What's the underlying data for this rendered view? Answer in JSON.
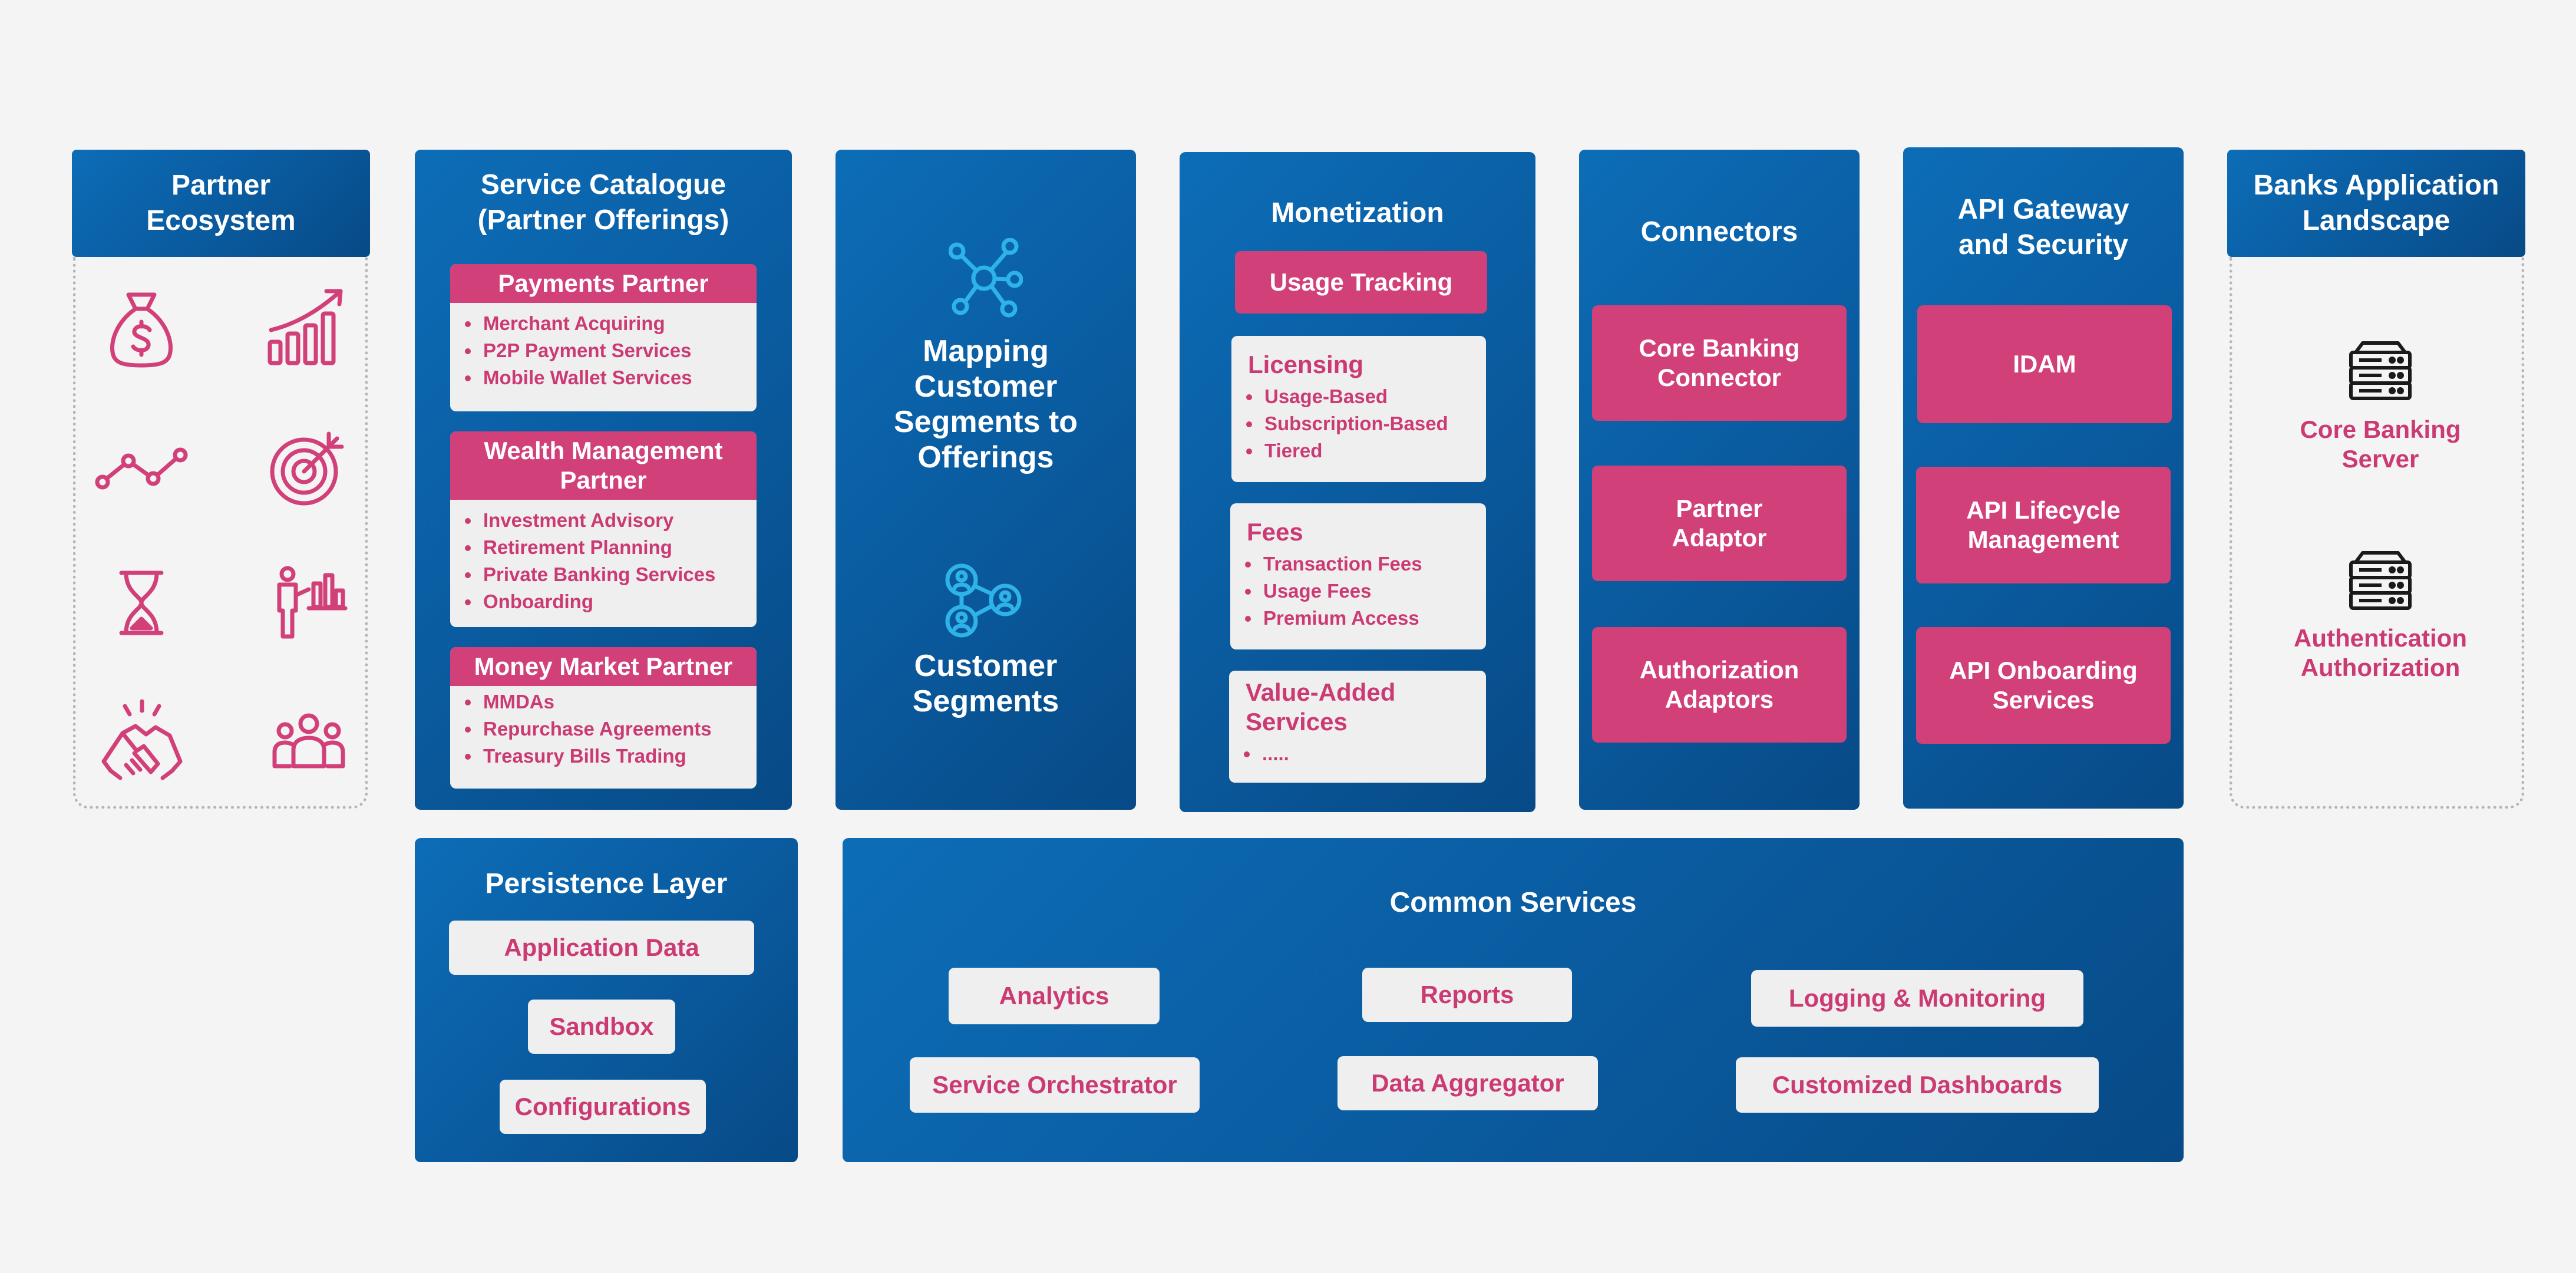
{
  "partner_ecosystem": {
    "title": "Partner\nEcosystem",
    "icons": [
      "money-bag-icon",
      "growth-chart-icon",
      "trend-line-icon",
      "target-icon",
      "hourglass-icon",
      "presenter-chart-icon",
      "handshake-icon",
      "team-icon"
    ]
  },
  "service_catalogue": {
    "title": "Service Catalogue\n(Partner Offerings)",
    "cards": [
      {
        "title": "Payments Partner",
        "items": [
          "Merchant Acquiring",
          "P2P Payment Services",
          "Mobile Wallet Services"
        ]
      },
      {
        "title": "Wealth Management Partner",
        "items": [
          "Investment Advisory",
          "Retirement Planning",
          "Private Banking Services",
          "Onboarding"
        ]
      },
      {
        "title": "Money Market Partner",
        "items": [
          "MMDAs",
          "Repurchase Agreements",
          "Treasury Bills Trading"
        ]
      }
    ]
  },
  "mapping": {
    "title": "Mapping\nCustomer\nSegments to\nOfferings",
    "segments": "Customer\nSegments"
  },
  "monetization": {
    "title": "Monetization",
    "usage_tracking": "Usage Tracking",
    "cards": [
      {
        "title": "Licensing",
        "items": [
          "Usage-Based",
          "Subscription-Based",
          "Tiered"
        ]
      },
      {
        "title": "Fees",
        "items": [
          "Transaction Fees",
          "Usage Fees",
          "Premium Access"
        ]
      },
      {
        "title": "Value-Added Services",
        "items": [
          ".....  "
        ]
      }
    ]
  },
  "connectors": {
    "title": "Connectors",
    "items": [
      "Core Banking\nConnector",
      "Partner\nAdaptor",
      "Authorization\nAdaptors"
    ]
  },
  "api_gateway": {
    "title": "API Gateway\nand Security",
    "items": [
      "IDAM",
      "API Lifecycle\nManagement",
      "API Onboarding\nServices"
    ]
  },
  "banks_landscape": {
    "title": "Banks Application\nLandscape",
    "items": [
      "Core Banking\nServer",
      "Authentication\nAuthorization"
    ]
  },
  "persistence": {
    "title": "Persistence Layer",
    "items": [
      "Application Data",
      "Sandbox",
      "Configurations"
    ]
  },
  "common_services": {
    "title": "Common Services",
    "items": [
      "Analytics",
      "Reports",
      "Logging & Monitoring",
      "Service Orchestrator",
      "Data Aggregator",
      "Customized Dashboards"
    ]
  },
  "colors": {
    "blue": "#0a5a9e",
    "pink": "#d2407a",
    "light_blue_icon": "#2db3e8"
  }
}
